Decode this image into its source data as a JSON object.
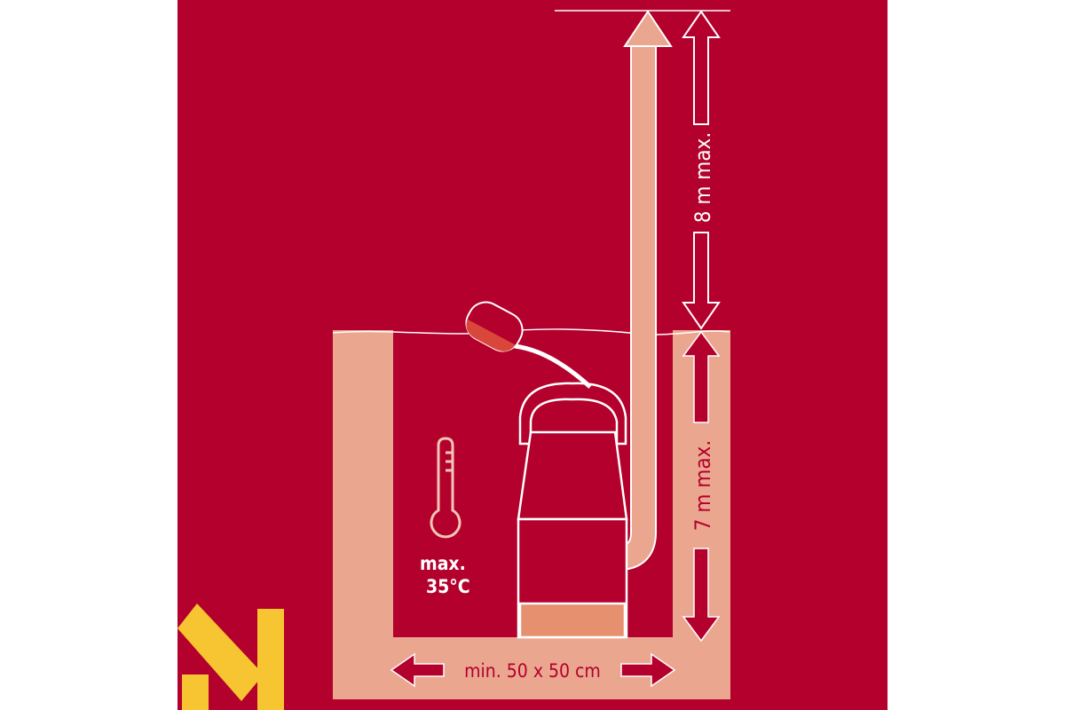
{
  "diagram": {
    "title": "Submersible pump installation",
    "labels": {
      "head_height": "8 m max.",
      "immersion_depth": "7 m max.",
      "shaft_size": "min. 50 x 50 cm",
      "temp_line1": "max.",
      "temp_line2": "35°C"
    },
    "colors": {
      "background": "#b3002c",
      "shaft": "#eba68f",
      "outline": "#ffffff",
      "logo": "#f6c531"
    },
    "icons": [
      "thermometer-icon",
      "float-switch-icon",
      "pump-icon",
      "brand-logo"
    ]
  }
}
